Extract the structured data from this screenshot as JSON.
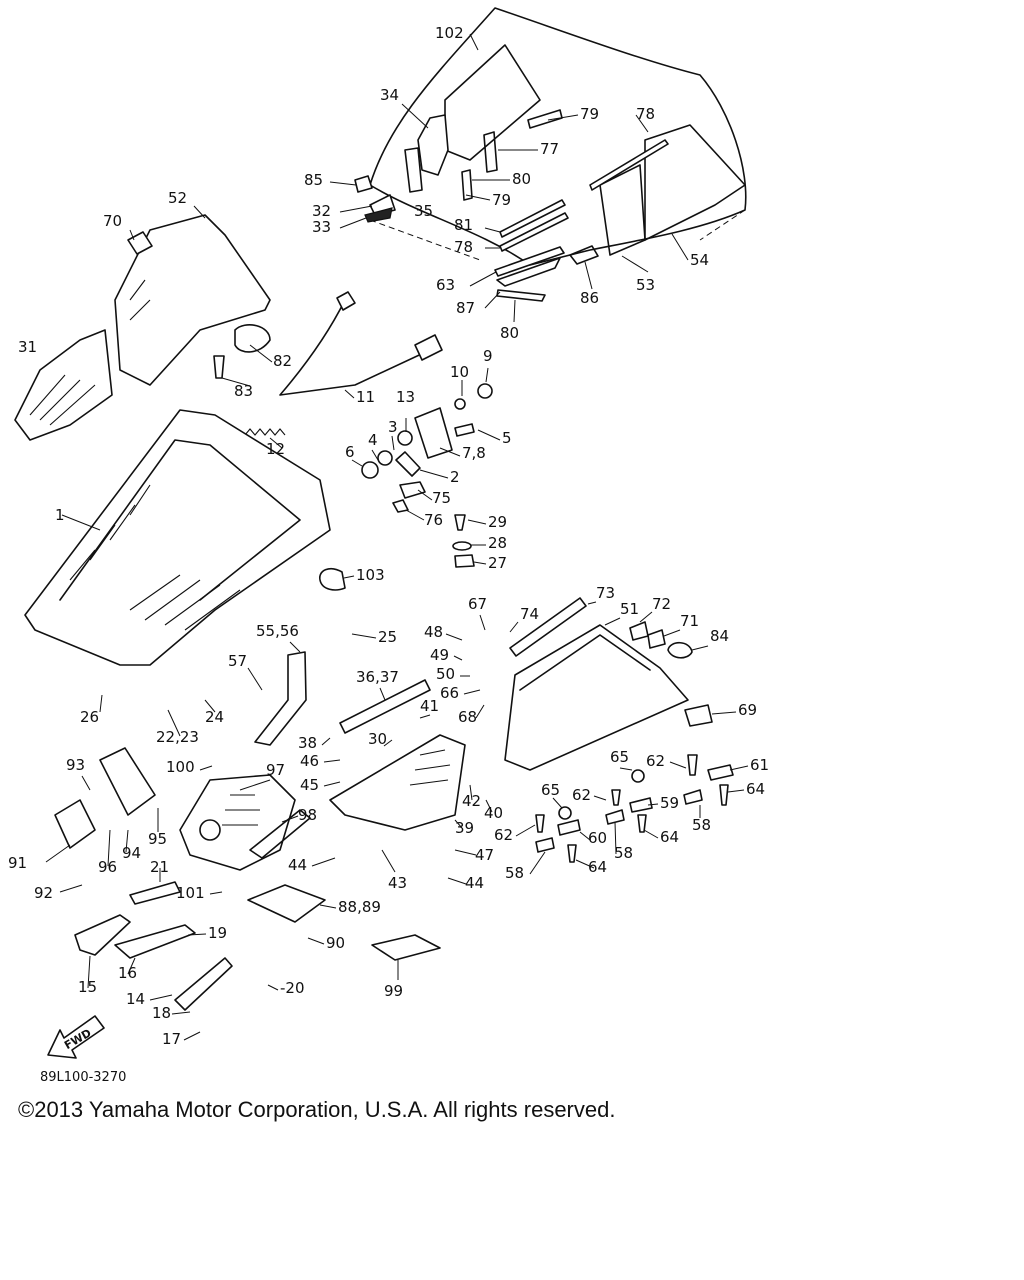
{
  "drawing_code": "89L100-3270",
  "copyright": "©2013 Yamaha Motor Corporation, U.S.A. All rights reserved.",
  "fwd_label": "FWD",
  "callouts": {
    "c1": "1",
    "c2": "2",
    "c3": "3",
    "c4": "4",
    "c5": "5",
    "c6": "6",
    "c78": "7,8",
    "c9": "9",
    "c10": "10",
    "c11": "11",
    "c12": "12",
    "c13": "13",
    "c14": "14",
    "c15": "15",
    "c16": "16",
    "c17": "17",
    "c18": "18",
    "c19": "19",
    "c20": "-20",
    "c21": "21",
    "c2223": "22,23",
    "c24": "24",
    "c25": "25",
    "c26": "26",
    "c27": "27",
    "c28": "28",
    "c29": "29",
    "c30": "30",
    "c31": "31",
    "c32": "32",
    "c33": "33",
    "c34": "34",
    "c35": "35",
    "c3637": "36,37",
    "c38": "38",
    "c39": "39",
    "c40": "40",
    "c41": "41",
    "c42": "42",
    "c43": "43",
    "c44a": "44",
    "c44b": "44",
    "c45": "45",
    "c46": "46",
    "c47": "47",
    "c48": "48",
    "c49": "49",
    "c50": "50",
    "c51": "51",
    "c52": "52",
    "c53": "53",
    "c54": "54",
    "c5556": "55,56",
    "c57": "57",
    "c58a": "58",
    "c58b": "58",
    "c58c": "58",
    "c59": "59",
    "c60": "60",
    "c61": "61",
    "c62a": "62",
    "c62b": "62",
    "c62c": "62",
    "c63": "63",
    "c64a": "64",
    "c64b": "64",
    "c64c": "64",
    "c65a": "65",
    "c65b": "65",
    "c66": "66",
    "c67": "67",
    "c68": "68",
    "c69": "69",
    "c70": "70",
    "c71": "71",
    "c72": "72",
    "c73": "73",
    "c74": "74",
    "c75": "75",
    "c76": "76",
    "c77": "77",
    "c78a": "78",
    "c78b": "78",
    "c79a": "79",
    "c79b": "79",
    "c80a": "80",
    "c80b": "80",
    "c81": "81",
    "c82": "82",
    "c83": "83",
    "c84": "84",
    "c85": "85",
    "c86": "86",
    "c87": "87",
    "c8889": "88,89",
    "c90": "90",
    "c91": "91",
    "c92": "92",
    "c93": "93",
    "c94": "94",
    "c95": "95",
    "c96": "96",
    "c97": "97",
    "c98": "98",
    "c99": "99",
    "c100": "100",
    "c101": "101",
    "c102": "102",
    "c103": "103"
  }
}
